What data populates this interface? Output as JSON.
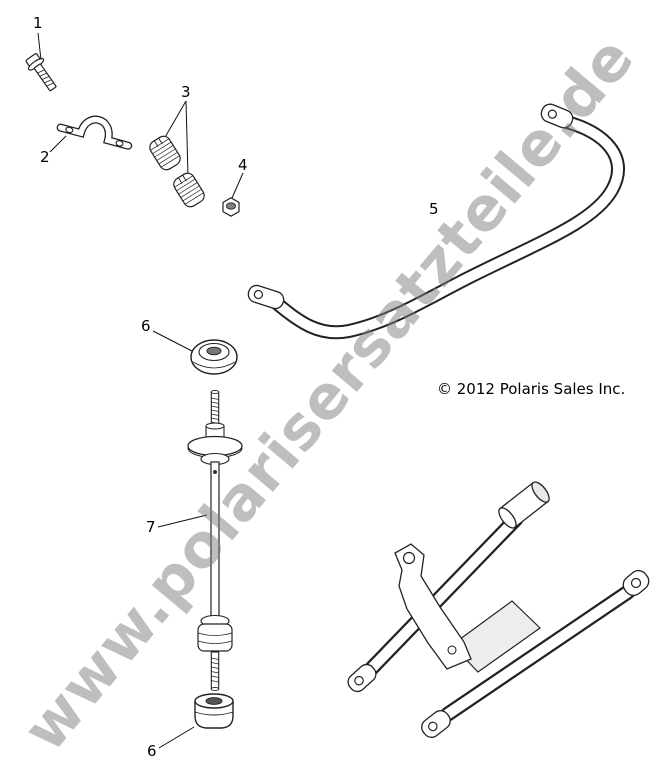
{
  "diagram": {
    "watermark": "www.polarisersatzteile.de",
    "copyright": "© 2012 Polaris Sales Inc.",
    "callouts": [
      "1",
      "2",
      "3",
      "4",
      "5",
      "6",
      "7",
      "6"
    ]
  }
}
